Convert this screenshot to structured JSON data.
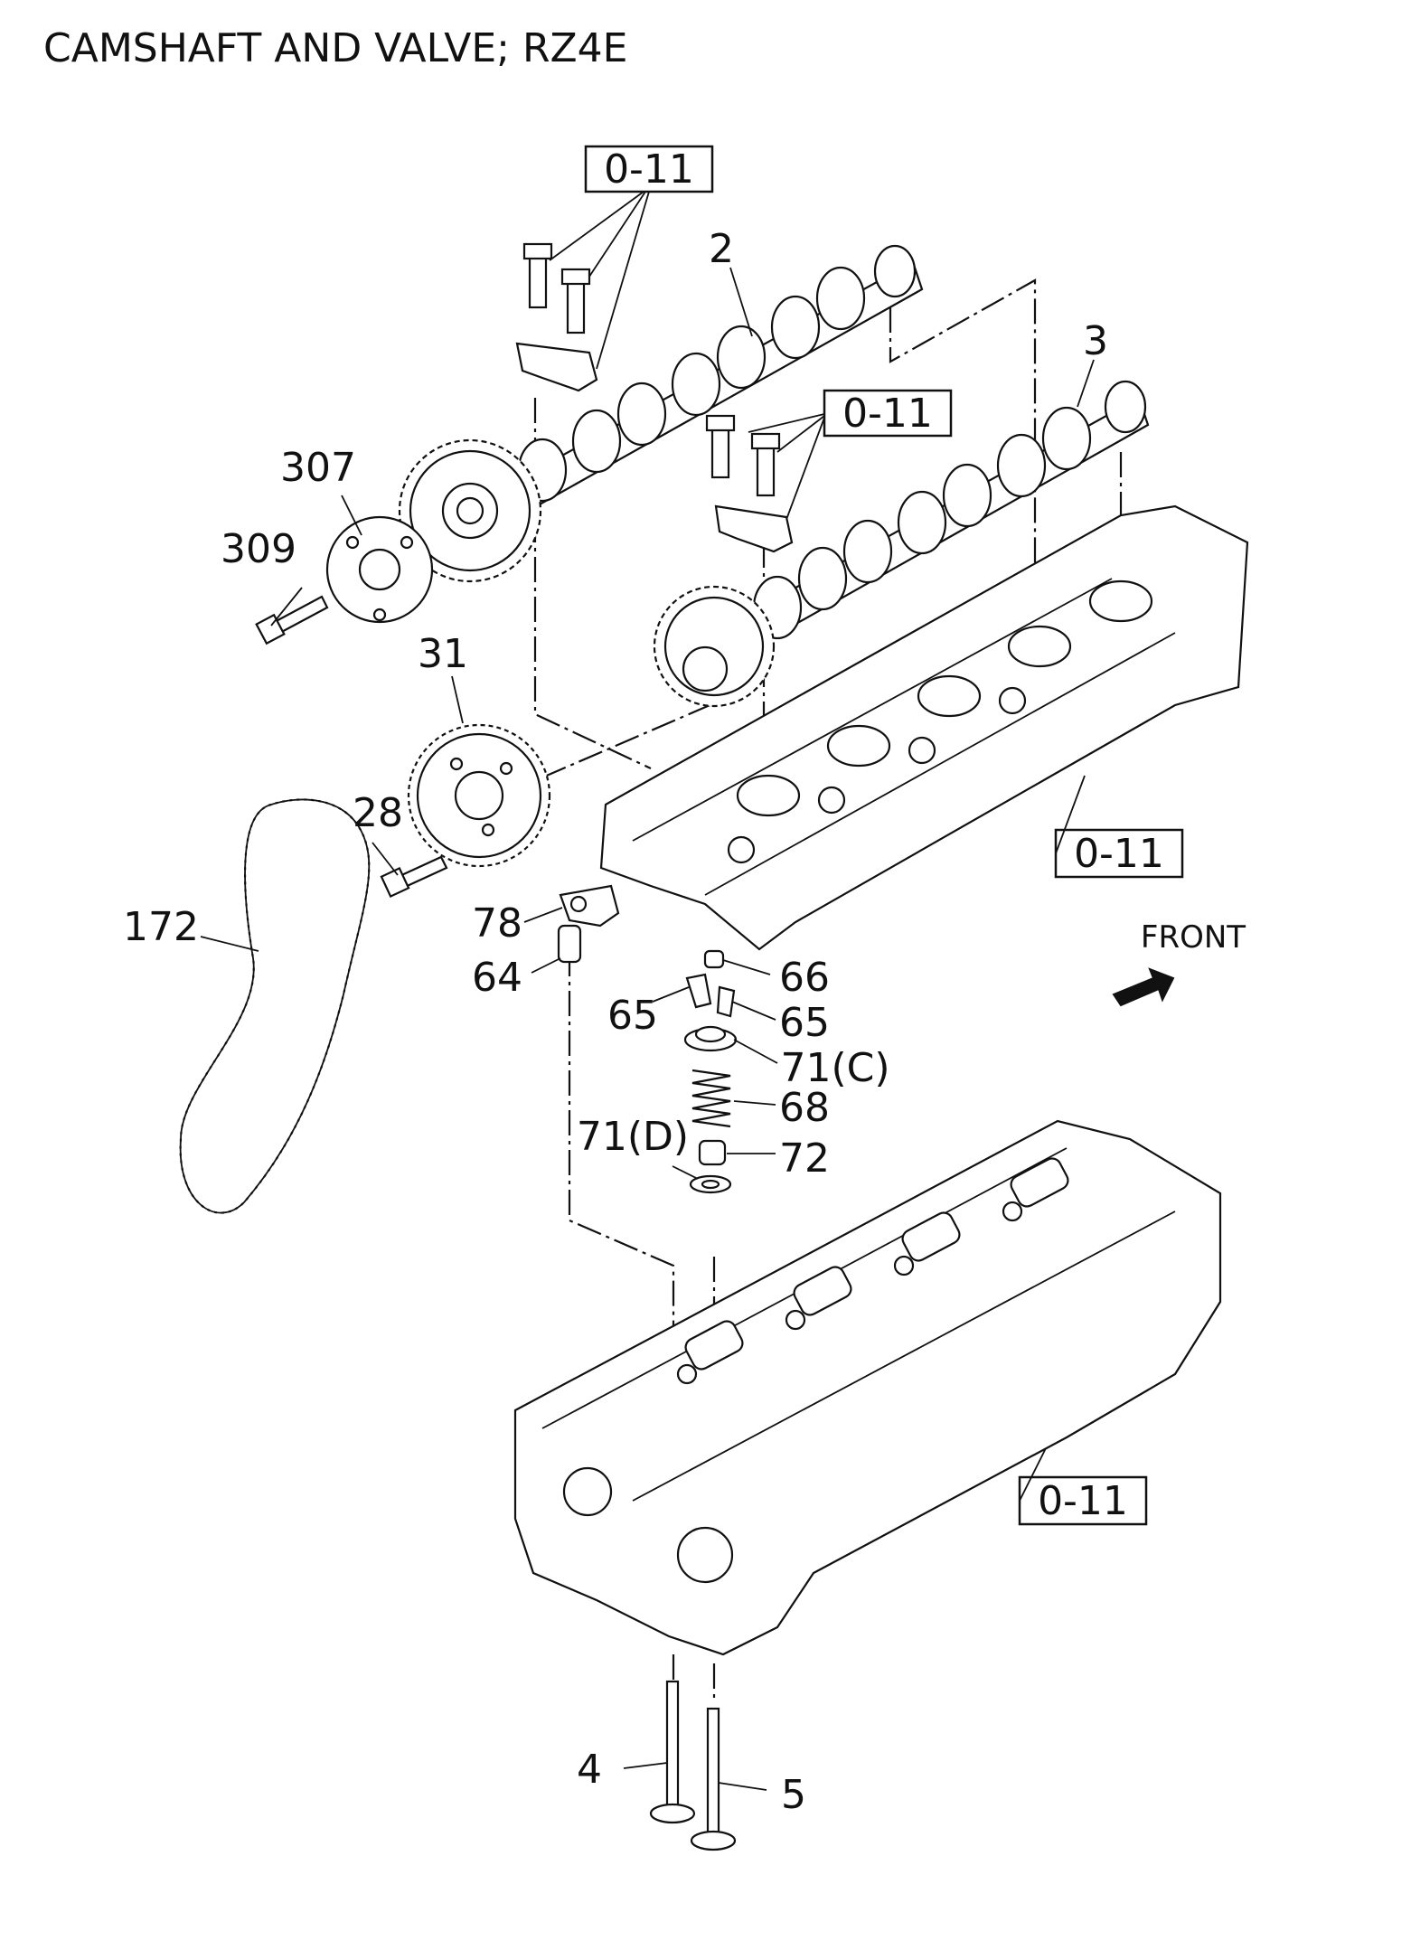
{
  "title": "CAMSHAFT AND VALVE; RZ4E",
  "front_label": "FRONT",
  "ref_boxes": [
    "0-11",
    "0-11",
    "0-11",
    "0-11"
  ],
  "callouts": {
    "p2": "2",
    "p3": "3",
    "p307": "307",
    "p309": "309",
    "p31": "31",
    "p28": "28",
    "p172": "172",
    "p78": "78",
    "p64": "64",
    "p66": "66",
    "p65a": "65",
    "p65b": "65",
    "p71c": "71(C)",
    "p68": "68",
    "p71d": "71(D)",
    "p72": "72",
    "p4": "4",
    "p5": "5"
  }
}
